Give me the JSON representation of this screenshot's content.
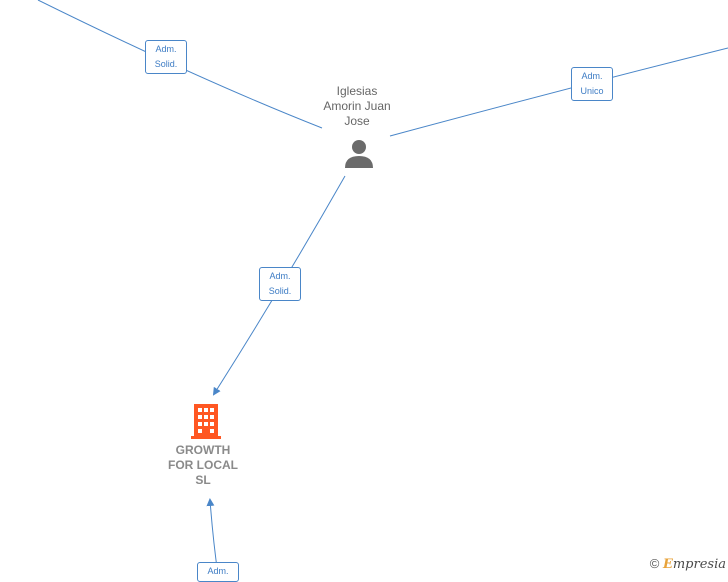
{
  "nodes": {
    "person": {
      "name_lines": [
        "Iglesias",
        "Amorin Juan",
        "Jose"
      ]
    },
    "company": {
      "name_lines": [
        "GROWTH",
        "FOR LOCAL",
        "SL"
      ]
    }
  },
  "edges": {
    "top_left": {
      "label_lines": [
        "Adm.",
        "Solid."
      ]
    },
    "top_right": {
      "label_lines": [
        "Adm.",
        "Unico"
      ]
    },
    "person_company": {
      "label_lines": [
        "Adm.",
        "Solid."
      ]
    },
    "bottom": {
      "label_lines": [
        "Adm."
      ]
    }
  },
  "icons": {
    "person": "person-icon",
    "company": "building-icon"
  },
  "colors": {
    "edge": "#4a86c8",
    "company_icon": "#ff5722",
    "person_icon": "#6b6b6b"
  },
  "footer": {
    "copyright": "©",
    "brand_initial": "E",
    "brand_rest": "mpresia"
  }
}
